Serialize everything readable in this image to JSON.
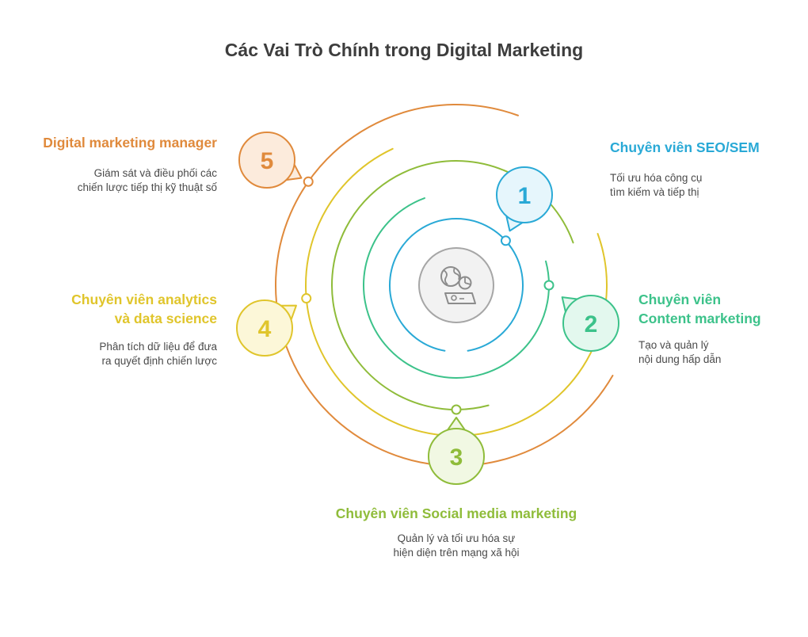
{
  "title": "Các Vai Trò Chính trong Digital Marketing",
  "center_icon": "digital-marketing-icon",
  "items": [
    {
      "number": "1",
      "heading": [
        "Chuyên viên SEO/SEM"
      ],
      "description": [
        "Tối ưu hóa công cụ",
        "tìm kiếm và tiếp thị"
      ],
      "color": "#29a9d6",
      "fill": "#e6f6fc"
    },
    {
      "number": "2",
      "heading": [
        "Chuyên viên",
        "Content marketing"
      ],
      "description": [
        "Tạo và quản lý",
        "nội dung hấp dẫn"
      ],
      "color": "#3cc28a",
      "fill": "#e3f8ee"
    },
    {
      "number": "3",
      "heading": [
        "Chuyên viên Social media marketing"
      ],
      "description": [
        "Quản lý và tối ưu hóa sự",
        "hiện diện trên mạng xã hội"
      ],
      "color": "#8fbc3a",
      "fill": "#f1f8e3"
    },
    {
      "number": "4",
      "heading": [
        "Chuyên viên analytics",
        "và data science"
      ],
      "description": [
        "Phân tích dữ liệu để đưa",
        "ra quyết định chiến lược"
      ],
      "color": "#e0c52b",
      "fill": "#fcf7d8"
    },
    {
      "number": "5",
      "heading": [
        "Digital marketing manager"
      ],
      "description": [
        "Giám sát và điều phối các",
        "chiến lược tiếp thị kỹ thuật số"
      ],
      "color": "#e08a3c",
      "fill": "#fcebdc"
    }
  ]
}
